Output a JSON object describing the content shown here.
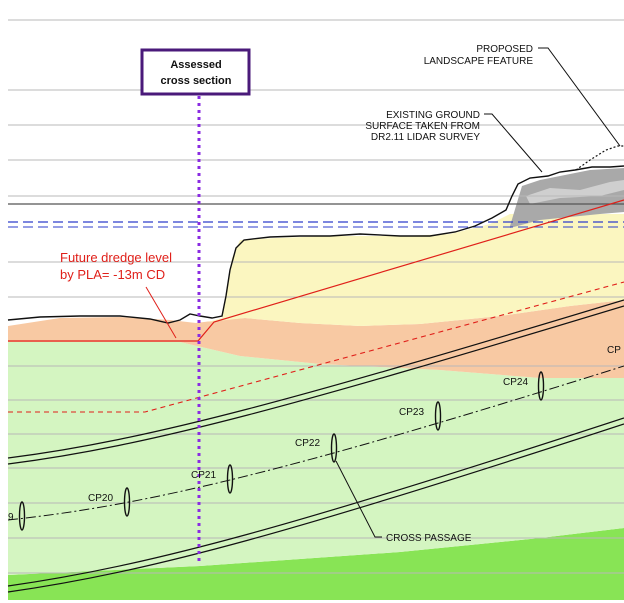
{
  "labels": {
    "assessed_line1": "Assessed",
    "assessed_line2": "cross section",
    "proposed_line1": "PROPOSED",
    "proposed_line2": "LANDSCAPE FEATURE",
    "existing_line1": "EXISTING GROUND",
    "existing_line2": "SURFACE TAKEN FROM",
    "existing_line3": "DR2.11 LIDAR SURVEY",
    "dredge_line1": "Future dredge level",
    "dredge_line2": "by PLA= -13m CD",
    "cross_passage": "CROSS PASSAGE",
    "cp_partial": "CP",
    "cp19_partial": "9"
  },
  "cross_passages": [
    {
      "name": "CP20"
    },
    {
      "name": "CP21"
    },
    {
      "name": "CP22"
    },
    {
      "name": "CP23"
    },
    {
      "name": "CP24"
    }
  ],
  "colors": {
    "strata_yellow": "#fbf6c0",
    "strata_peach": "#f8c9a3",
    "strata_lightgreen": "#d4f5c1",
    "strata_green": "#88e455",
    "strata_grey": "#a9a9a9",
    "red": "#e0201a",
    "purple": "#8a2be2",
    "blue_dash": "#2d3dcb",
    "box_border": "#4a1a7a"
  }
}
